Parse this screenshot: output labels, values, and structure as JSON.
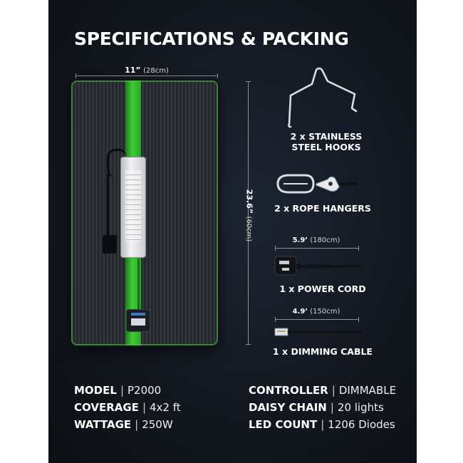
{
  "title": "SPECIFICATIONS & PACKING",
  "product": {
    "width_label": "11”",
    "width_unit": "(28cm)",
    "height_label": "23.6”",
    "height_unit": "(60cm)"
  },
  "accessories": [
    {
      "label_line1": "2 x STAINLESS",
      "label_line2": "STEEL HOOKS",
      "icon": "hook-icon"
    },
    {
      "label_line1": "2 x ROPE HANGERS",
      "icon": "rope-hanger-icon"
    },
    {
      "label_line1": "1 x POWER CORD",
      "dim_label": "5.9’",
      "dim_unit": "(180cm)",
      "icon": "power-plug-icon"
    },
    {
      "label_line1": "1 x DIMMING CABLE",
      "dim_label": "4.9’",
      "dim_unit": "(150cm)",
      "icon": "rj-connector-icon"
    }
  ],
  "specs_left": [
    {
      "key": "MODEL",
      "value": "P2000"
    },
    {
      "key": "COVERAGE",
      "value": "4x2 ft"
    },
    {
      "key": "WATTAGE",
      "value": "250W"
    }
  ],
  "specs_right": [
    {
      "key": "CONTROLLER",
      "value": "DIMMABLE"
    },
    {
      "key": "DAISY CHAIN",
      "value": "20 lights"
    },
    {
      "key": "LED COUNT",
      "value": "1206 Diodes"
    }
  ],
  "colors": {
    "accent_green": "#3fcc35",
    "background": "#131820",
    "text": "#ffffff"
  }
}
